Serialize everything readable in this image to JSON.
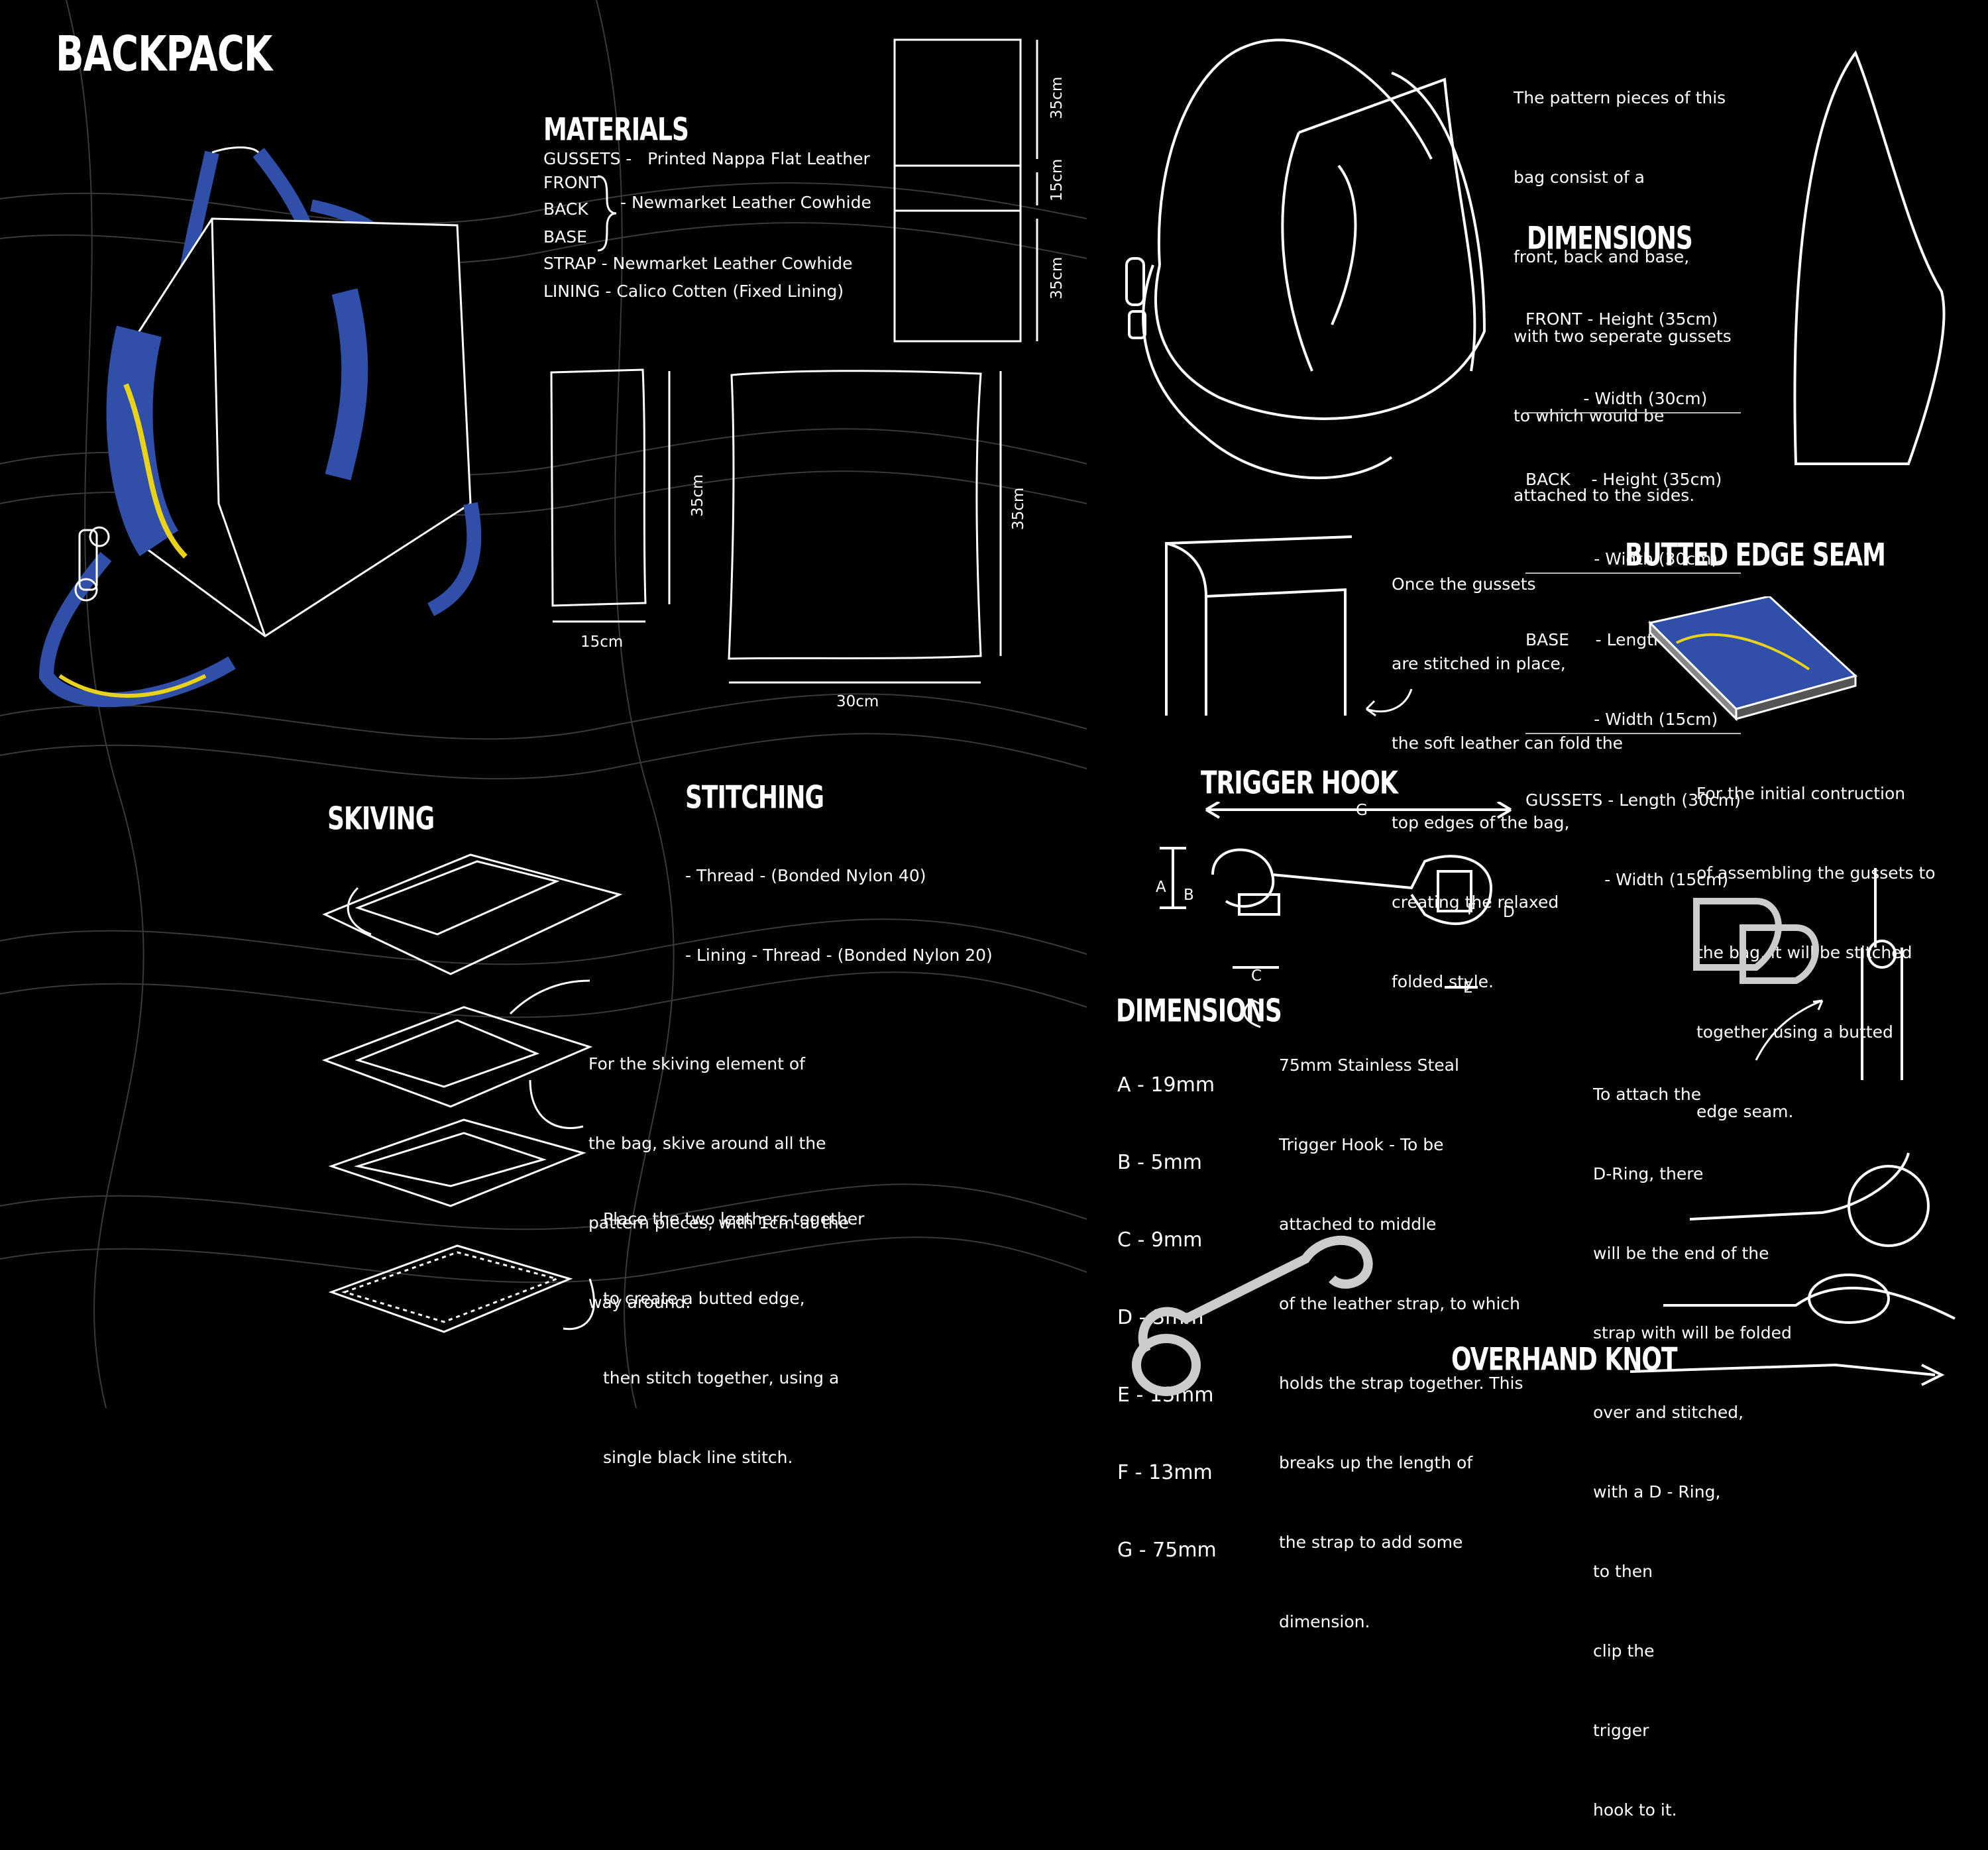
{
  "colors": {
    "background": "#000000",
    "line": "#ffffff",
    "accent_blue": "#2f4fa8",
    "accent_yellow": "#e8d21a"
  },
  "title": "BACKPACK",
  "materials": {
    "heading": "MATERIALS",
    "gussets": "GUSSETS -   Printed Nappa Flat Leather",
    "front": "FRONT",
    "back": "BACK",
    "base": "BASE",
    "group_note": "- Newmarket Leather Cowhide",
    "strap": "STRAP - Newmarket Leather Cowhide",
    "lining": "LINING - Calico Cotten (Fixed Lining)"
  },
  "pattern_dims": {
    "top": "35cm",
    "middle": "15cm",
    "bottom": "35cm",
    "gusset_h": "35cm",
    "gusset_w": "15cm",
    "front_h": "35cm",
    "front_w": "30cm"
  },
  "skiving": {
    "heading": "SKIVING",
    "text1": [
      "For the skiving element of",
      "the bag, skive around all the",
      "pattern pieces, with 1cm at the",
      "way around."
    ],
    "text2": [
      "Place the two leathers together",
      "to create a butted edge,",
      "then stitch together, using a",
      "single black line stitch."
    ]
  },
  "stitching": {
    "heading": "STITCHING",
    "lines": [
      "- Thread - (Bonded Nylon 40)",
      "- Lining - Thread - (Bonded Nylon 20)"
    ]
  },
  "pattern_text": [
    "The pattern pieces of this",
    "bag consist of a",
    "front, back and base,",
    "with two seperate gussets",
    "to which would be",
    "attached to the sides."
  ],
  "dimensions": {
    "heading": "DIMENSIONS",
    "rows": [
      "FRONT - Height (35cm)",
      "           - Width (30cm)",
      "BACK    - Height (35cm)",
      "             - Width (30cm)",
      "BASE     - Length (30cm)",
      "             - Width (15cm)",
      "GUSSETS - Length (30cm)",
      "               - Width (15cm)"
    ]
  },
  "fold_text": [
    "Once the gussets",
    "are stitched in place,",
    "the soft leather can fold the",
    "top edges of the bag,",
    "creating the relaxed",
    "folded style."
  ],
  "butted": {
    "heading": "BUTTED EDGE SEAM",
    "text": [
      "For the initial contruction",
      "of assembling the gussets to",
      "the bag, it will be stitched",
      "together using a butted",
      "edge seam."
    ]
  },
  "trigger": {
    "heading": "TRIGGER HOOK",
    "labels": {
      "g": "G",
      "a": "A",
      "b": "B",
      "c": "C",
      "d": "D",
      "e": "E",
      "f": "F"
    },
    "dim_heading": "DIMENSIONS",
    "dims": [
      "A - 19mm",
      "B - 5mm",
      "C - 9mm",
      "D - 3mm",
      "E - 13mm",
      "F - 13mm",
      "G - 75mm"
    ],
    "text": [
      "75mm Stainless Steal",
      "Trigger Hook - To be",
      "attached to middle",
      "of the leather strap, to which",
      "holds the strap together. This",
      "breaks up the length of",
      "the strap to add some",
      "dimension."
    ]
  },
  "dring": {
    "text": [
      "To attach the",
      "D-Ring, there",
      "will be the end of the",
      "strap with will be folded",
      "over and stitched,",
      "with a D - Ring,",
      "to then",
      "clip the",
      "trigger",
      "hook to it."
    ]
  },
  "knot": {
    "heading": "OVERHAND KNOT"
  }
}
